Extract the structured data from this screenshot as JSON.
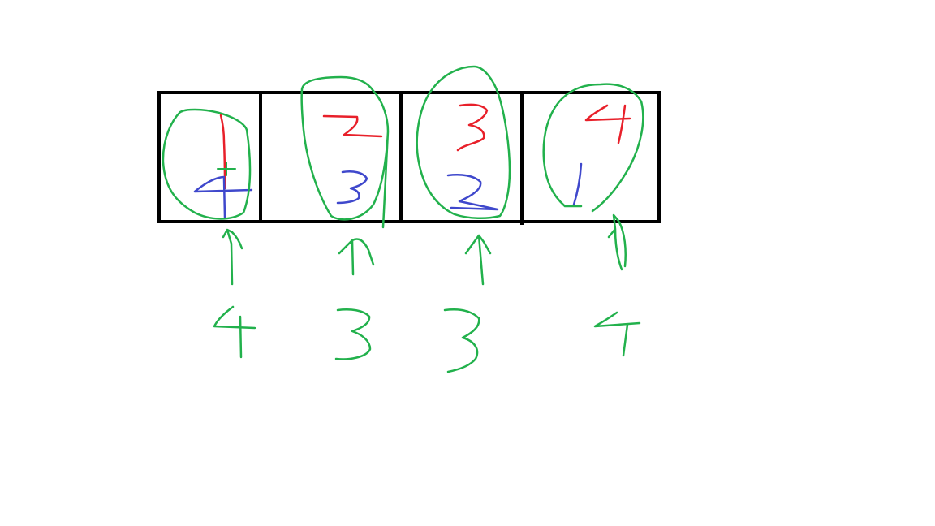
{
  "colors": {
    "box": "#000000",
    "top_value": "#e8202a",
    "bottom_value": "#3f48cc",
    "sum_marks": "#22b14c"
  },
  "cells": [
    {
      "top": "1",
      "bottom": "4",
      "sum": "4"
    },
    {
      "top": "2",
      "bottom": "3",
      "sum": "3"
    },
    {
      "top": "3",
      "bottom": "2",
      "sum": "3"
    },
    {
      "top": "4",
      "bottom": "1",
      "sum": "4"
    }
  ]
}
